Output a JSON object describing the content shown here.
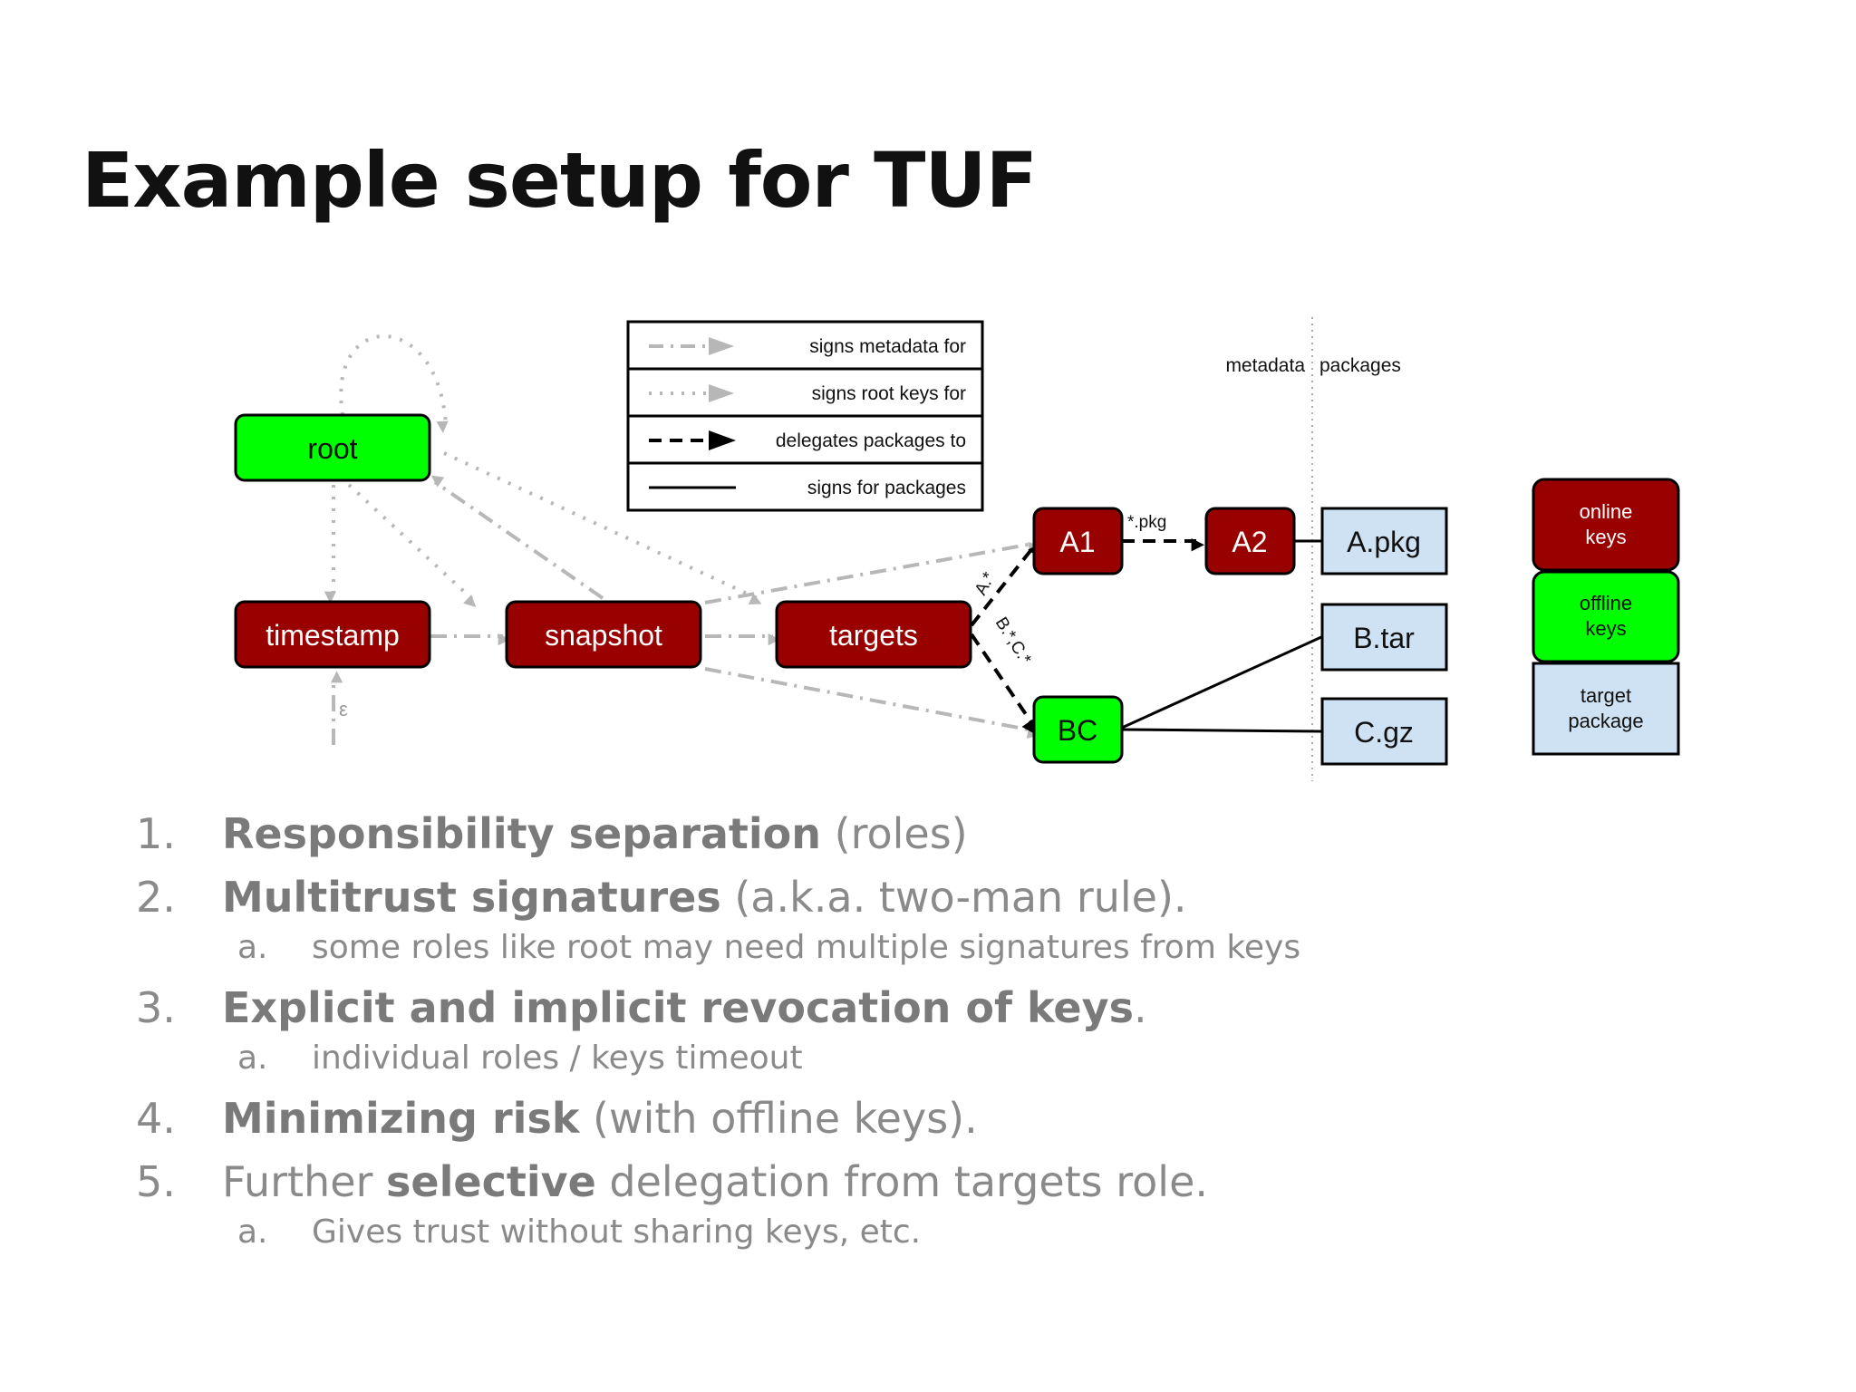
{
  "title": "Example setup for TUF",
  "legend": {
    "items": [
      "signs metadata for",
      "signs root keys for",
      "delegates packages to",
      "signs for packages"
    ]
  },
  "divider_labels": {
    "left": "metadata",
    "right": "packages"
  },
  "nodes": {
    "root": "root",
    "timestamp": "timestamp",
    "snapshot": "snapshot",
    "targets": "targets",
    "a1": "A1",
    "a2": "A2",
    "bc": "BC",
    "apkg": "A.pkg",
    "btar": "B.tar",
    "cgz": "C.gz"
  },
  "edge_labels": {
    "pkg": "*.pkg",
    "a_star": "A.*",
    "bc_star": "B.*,C.*",
    "epsilon": "ε"
  },
  "key_legend": {
    "online": [
      "online",
      "keys"
    ],
    "offline": [
      "offline",
      "keys"
    ],
    "target": [
      "target",
      "package"
    ]
  },
  "colors": {
    "online_red": "#990000",
    "offline_green": "#00ff00",
    "target_blue": "#cfe2f3",
    "arrow_gray": "#b7b7b7"
  },
  "points": [
    {
      "num": "1.",
      "bold": "Responsibility separation",
      "rest": " (roles)"
    },
    {
      "num": "2.",
      "bold": "Multitrust signatures",
      "rest": " (a.k.a. two-man rule)."
    },
    {
      "num": "a.",
      "text": "some roles like root may need multiple signatures from keys"
    },
    {
      "num": "3.",
      "bold": "Explicit and implicit revocation of keys",
      "rest": "."
    },
    {
      "num": "a.",
      "text": "individual roles / keys timeout"
    },
    {
      "num": "4.",
      "bold": "Minimizing risk",
      "rest": " (with offline keys)."
    },
    {
      "num": "5.",
      "pre": "Further ",
      "bold": "selective",
      "rest": " delegation from targets role."
    },
    {
      "num": "a.",
      "text": "Gives trust without sharing keys, etc."
    }
  ]
}
